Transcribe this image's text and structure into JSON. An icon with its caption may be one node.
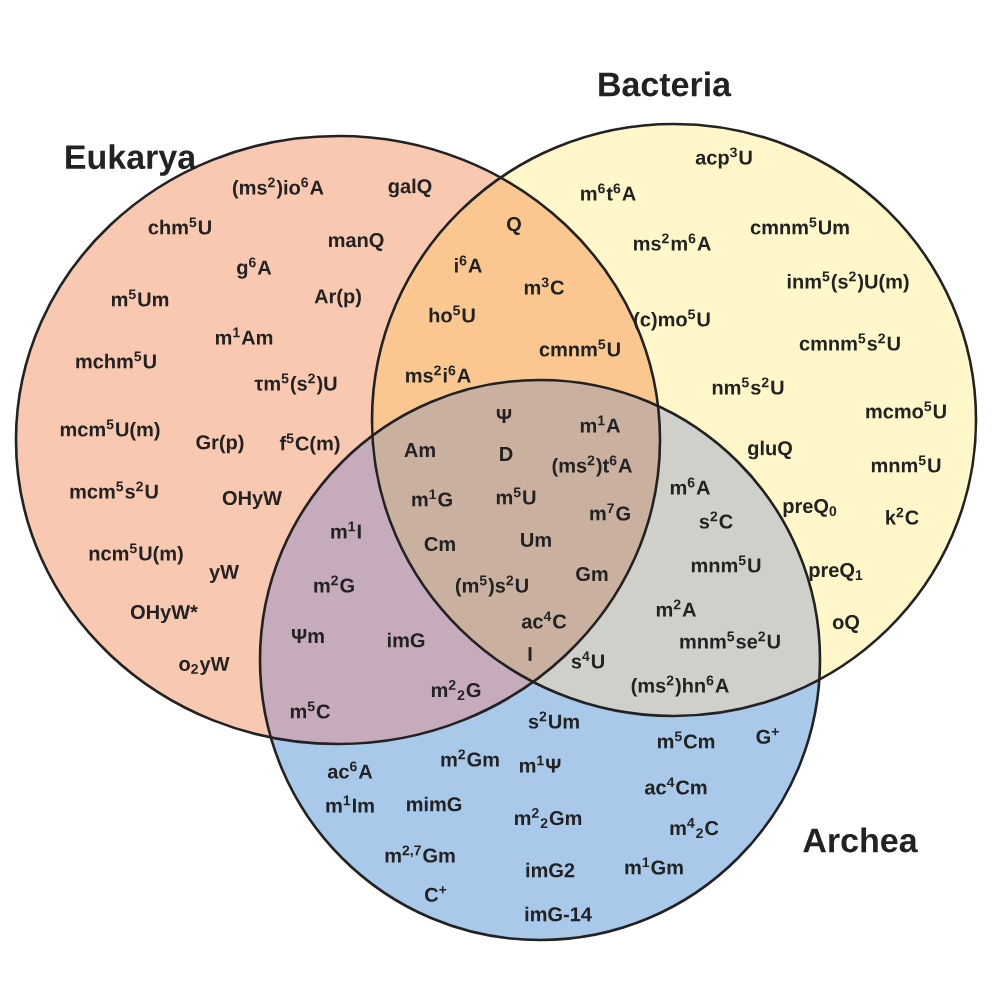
{
  "diagram": {
    "nodes": [
      {
        "text": [
          "Eukarya"
        ]
      },
      {
        "text": [
          "Bacteria"
        ]
      },
      {
        "text": [
          "Archea"
        ]
      }
    ],
    "labels": [
      "(ms$^{2}$)io$^{6}$A",
      "galQ",
      "chm$^{5}$U",
      "manQ",
      "g$^{6}$A",
      "m$^{5}$Um",
      "Ar(p)",
      "m$^{1}$Am",
      "mchm$^{5}$U",
      "τm$^{5}$(s$^{2}$)U",
      "mcm$^{5}$U(m)",
      "Gr(p)",
      "f$^{5}$C(m)",
      "mcm$^{5}$s$^{2}$U",
      "OHyW",
      "ncm$^{5}$U(m)",
      "yW",
      "OHyW*",
      "o$_{2}$yW",
      "Q",
      "i$^{6}$A",
      "m$^{3}$C",
      "ho$^{5}$U",
      "cmnm$^{5}$U",
      "ms$^{2}$i$^{6}$A",
      "acp$^{3}$U",
      "m$^{6}$t$^{6}$A",
      "cmnm$^{5}$Um",
      "ms$^{2}$m$^{6}$A",
      "inm$^{5}$(s$^{2}$)U(m)",
      "(c)mo$^{5}$U",
      "cmnm$^{5}$s$^{2}$U",
      "nm$^{5}$s$^{2}$U",
      "mcmo$^{5}$U",
      "gluQ",
      "mnm$^{5}$U",
      "preQ$_{0}$",
      "k$^{2}$C",
      "preQ$_{1}$",
      "oQ",
      "Ψ",
      "m$^{1}$A",
      "Am",
      "D",
      "(ms$^{2}$)t$^{6}$A",
      "m$^{1}$G",
      "m$^{5}$U",
      "m$^{7}$G",
      "Cm",
      "Um",
      "Gm",
      "(m$^{5}$)s$^{2}$U",
      "ac$^{4}$C",
      "I",
      "m$^{6}$A",
      "s$^{2}$C",
      "mnm$^{5}$U",
      "m$^{2}$A",
      "mnm$^{5}$se$^{2}$U",
      "s$^{4}$U",
      "(ms$^{2}$)hn$^{6}$A",
      "m$^{1}$I",
      "m$^{2}$G",
      "Ψm",
      "imG",
      "m$^{2}$$_{2}$G",
      "m$^{5}$C",
      "s$^{2}$Um",
      "m$^{5}$Cm",
      "G$^{+}$",
      "ac$^{6}$A",
      "m$^{2}$Gm",
      "m$^{1}$Ψ",
      "m$^{1}$Im",
      "mimG",
      "ac$^{4}$Cm",
      "m$^{2}$$_{2}$Gm",
      "m$^{4}$$_{2}$C",
      "m$^{2,7}$Gm",
      "imG2",
      "m$^{1}$Gm",
      "C$^{+}$",
      "imG-14"
    ]
  }
}
